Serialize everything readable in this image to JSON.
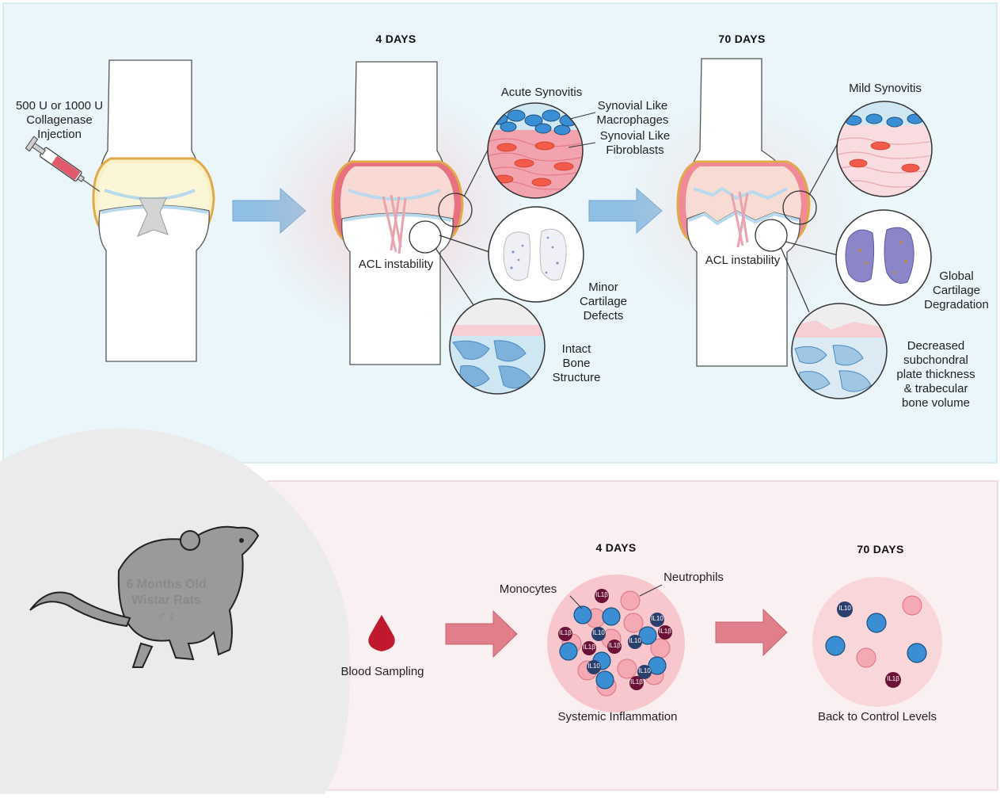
{
  "top": {
    "injection_label_lines": [
      "500 U or 1000 U",
      "Collagenase",
      "Injection"
    ],
    "day4_header": "4 DAYS",
    "day70_header": "70 DAYS",
    "acute_synovitis": "Acute Synovitis",
    "synovial_macrophages_lines": [
      "Synovial Like",
      "Macrophages"
    ],
    "synovial_fibroblasts_lines": [
      "Synovial Like",
      "Fibroblasts"
    ],
    "acl_instability_4d": "ACL instability",
    "minor_defects_lines": [
      "Minor",
      "Cartilage",
      "Defects"
    ],
    "intact_bone_lines": [
      "Intact",
      "Bone",
      "Structure"
    ],
    "mild_synovitis": "Mild Synovitis",
    "acl_instability_70d": "ACL instability",
    "global_degradation_lines": [
      "Global",
      "Cartilage",
      "Degradation"
    ],
    "decreased_lines": [
      "Decreased",
      "subchondral",
      "plate thickness",
      "& trabecular",
      "bone volume"
    ]
  },
  "bottom": {
    "rat_lines": [
      "6 Months Old",
      "Wistar Rats",
      "♂♀"
    ],
    "blood_sampling": "Blood Sampling",
    "day4_header": "4 DAYS",
    "day70_header": "70 DAYS",
    "monocytes": "Monocytes",
    "neutrophils": "Neutrophils",
    "systemic_inflammation": "Systemic Inflammation",
    "back_to_control": "Back to Control Levels",
    "cytokine_il1b": "IL1β",
    "cytokine_il10": "IL10"
  },
  "colors": {
    "top_panel_bg": "#eaf6fa",
    "bottom_panel_bg": "#fbf0f1",
    "blue_arrow": "#8fbfe3",
    "red_arrow": "#e07f8b",
    "blood_drop": "#c0182c",
    "monocyte_blue": "#3a8fd4",
    "neutrophil_pink": "#f3a6b0",
    "cytokine_dark": "#6a1238",
    "cytokine_navy": "#2b3f6c"
  }
}
